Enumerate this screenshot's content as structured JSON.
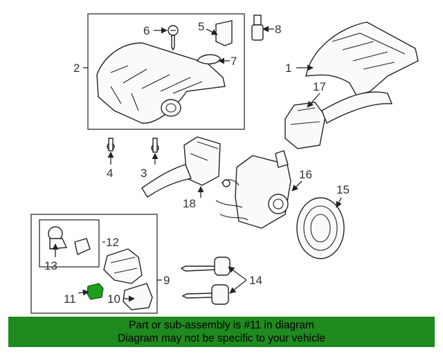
{
  "callouts": {
    "c1": "1",
    "c2": "2",
    "c3": "3",
    "c4": "4",
    "c5": "5",
    "c6": "6",
    "c7": "7",
    "c8": "8",
    "c9": "9",
    "c10": "10",
    "c11": "11",
    "c12": "12",
    "c13": "13",
    "c14": "14",
    "c15": "15",
    "c16": "16",
    "c17": "17",
    "c18": "18"
  },
  "highlight": {
    "part_number": "11",
    "color": "#1e9e1e"
  },
  "footer": {
    "line1": "Part or sub-assembly is #11 in diagram",
    "line2": "Diagram may not be specific to your vehicle",
    "background": "#1f8a1f"
  }
}
